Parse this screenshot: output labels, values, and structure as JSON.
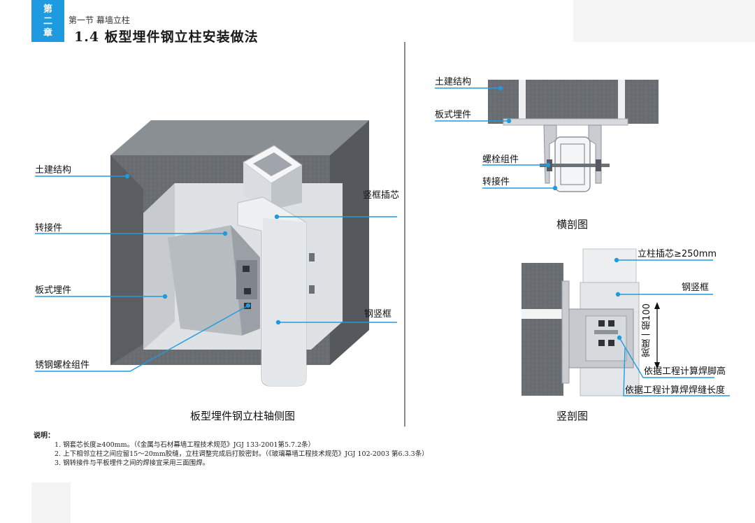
{
  "header": {
    "chapter": [
      "第",
      "二",
      "章"
    ],
    "section": "第一节  幕墙立柱",
    "title": "1.4  板型埋件钢立柱安装做法"
  },
  "axonometric": {
    "caption": "板型埋件钢立柱轴侧图",
    "labels": {
      "structure": "土建结构",
      "adapter": "转接件",
      "plate_embed": "板式埋件",
      "bolt_assembly": "锈钢螺栓组件",
      "core_insert": "竖框插芯",
      "steel_mullion": "钢竖框"
    }
  },
  "cross_section": {
    "caption": "横剖图",
    "labels": {
      "structure": "土建结构",
      "plate_embed": "板式埋件",
      "bolt_assembly": "螺栓组件",
      "adapter": "转接件"
    }
  },
  "vertical_section": {
    "caption": "竖剖图",
    "labels": {
      "core": "立柱插芯≥250mm",
      "mullion": "钢竖框",
      "width": "宽度一般100",
      "weld_height": "依据工程计算焊脚高",
      "weld_length": "依据工程计算焊焊缝长度"
    }
  },
  "notes": {
    "title": "说明：",
    "items": [
      "1. 钢套芯长度≥400mm。（《金属与石材幕墙工程技术规范》JGJ 133-2001第5.7.2条）",
      "2. 上下相邻立柱之间应留15～20mm胶缝，立柱调整完成后打胶密封。（《玻璃幕墙工程技术规范》JGJ 102-2003 第6.3.3条）",
      "3. 钢转接件与平板埋件之间的焊接宜采用三面围焊。"
    ]
  },
  "colors": {
    "accent": "#1e9be0",
    "concrete": "#6b7075",
    "steel": "#e6eaee",
    "plate": "#cfd3d6"
  }
}
